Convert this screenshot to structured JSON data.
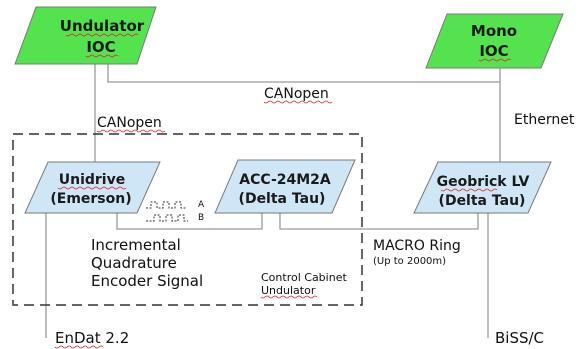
{
  "colors": {
    "ioc_fill": "#55e24f",
    "drive_fill": "#cfe6f7",
    "stroke": "#7a7a7a",
    "line": "#9a9a9a",
    "cabinet": "#333333",
    "spell_underline": "#dd2222"
  },
  "nodes": {
    "undulator_ioc": {
      "line1": "Undulator",
      "line2": "IOC"
    },
    "mono_ioc": {
      "line1": "Mono",
      "line2": "IOC"
    },
    "unidrive": {
      "line1": "Unidrive",
      "line2": "(Emerson)"
    },
    "acc": {
      "line1": "ACC-24M2A",
      "line2": "(Delta Tau)"
    },
    "geobrick": {
      "line1": "Geobrick LV",
      "line2": "(Delta Tau)"
    }
  },
  "labels": {
    "canopen_top": "CANopen",
    "canopen_left": "CANopen",
    "ethernet": "Ethernet",
    "signal_a": "A",
    "signal_b": "B",
    "encoder_line1": "Incremental",
    "encoder_line2": "Quadrature",
    "encoder_line3": "Encoder Signal",
    "macro_ring": "MACRO Ring",
    "macro_ring_sub": "(Up to 2000m)",
    "cabinet_line1": "Control Cabinet",
    "cabinet_line2": "Undulator",
    "endat": "EnDat 2.2",
    "biss": "BiSS/C"
  }
}
